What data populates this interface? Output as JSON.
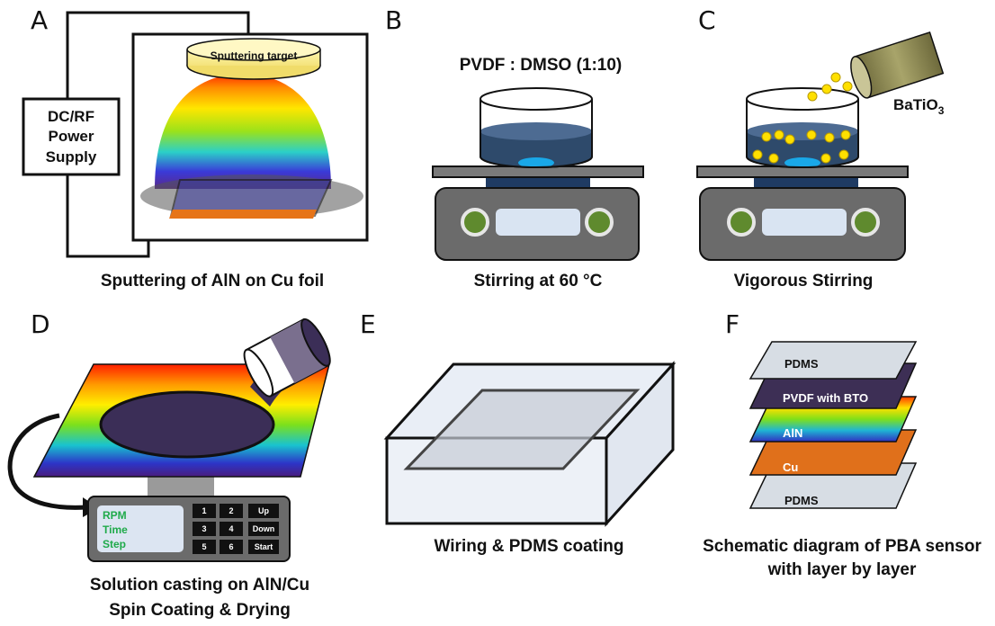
{
  "panels": {
    "a": {
      "letter": "A",
      "power_supply": [
        "DC/RF",
        "Power",
        "Supply"
      ],
      "target_label": "Sputtering target",
      "caption": "Sputtering of AlN on Cu foil"
    },
    "b": {
      "letter": "B",
      "ratio_label": "PVDF : DMSO (1:10)",
      "caption": "Stirring at 60 °C"
    },
    "c": {
      "letter": "C",
      "powder_label": "BaTiO",
      "powder_subscript": "3",
      "caption": "Vigorous Stirring"
    },
    "d": {
      "letter": "D",
      "display_lines": [
        "RPM",
        "Time",
        "Step"
      ],
      "keys": [
        "1",
        "2",
        "Up",
        "3",
        "4",
        "Down",
        "5",
        "6",
        "Start"
      ],
      "caption_lines": [
        "Solution casting on AlN/Cu",
        "Spin Coating & Drying"
      ]
    },
    "e": {
      "letter": "E",
      "caption": "Wiring & PDMS coating"
    },
    "f": {
      "letter": "F",
      "layers": [
        "PDMS",
        "PVDF with BTO",
        "AlN",
        "Cu",
        "PDMS"
      ],
      "caption_lines": [
        "Schematic diagram of PBA sensor",
        "with layer by layer"
      ]
    }
  },
  "colors": {
    "pdms": "#d7dde4",
    "pvdf_bto": "#3d2f55",
    "copper": "#e0701b",
    "solution": "#2e4a6b",
    "stir_bar": "#19a8e8",
    "particle": "#ffe000",
    "knob": "#5f8a2e",
    "keypad_text": "#1faa4a"
  }
}
